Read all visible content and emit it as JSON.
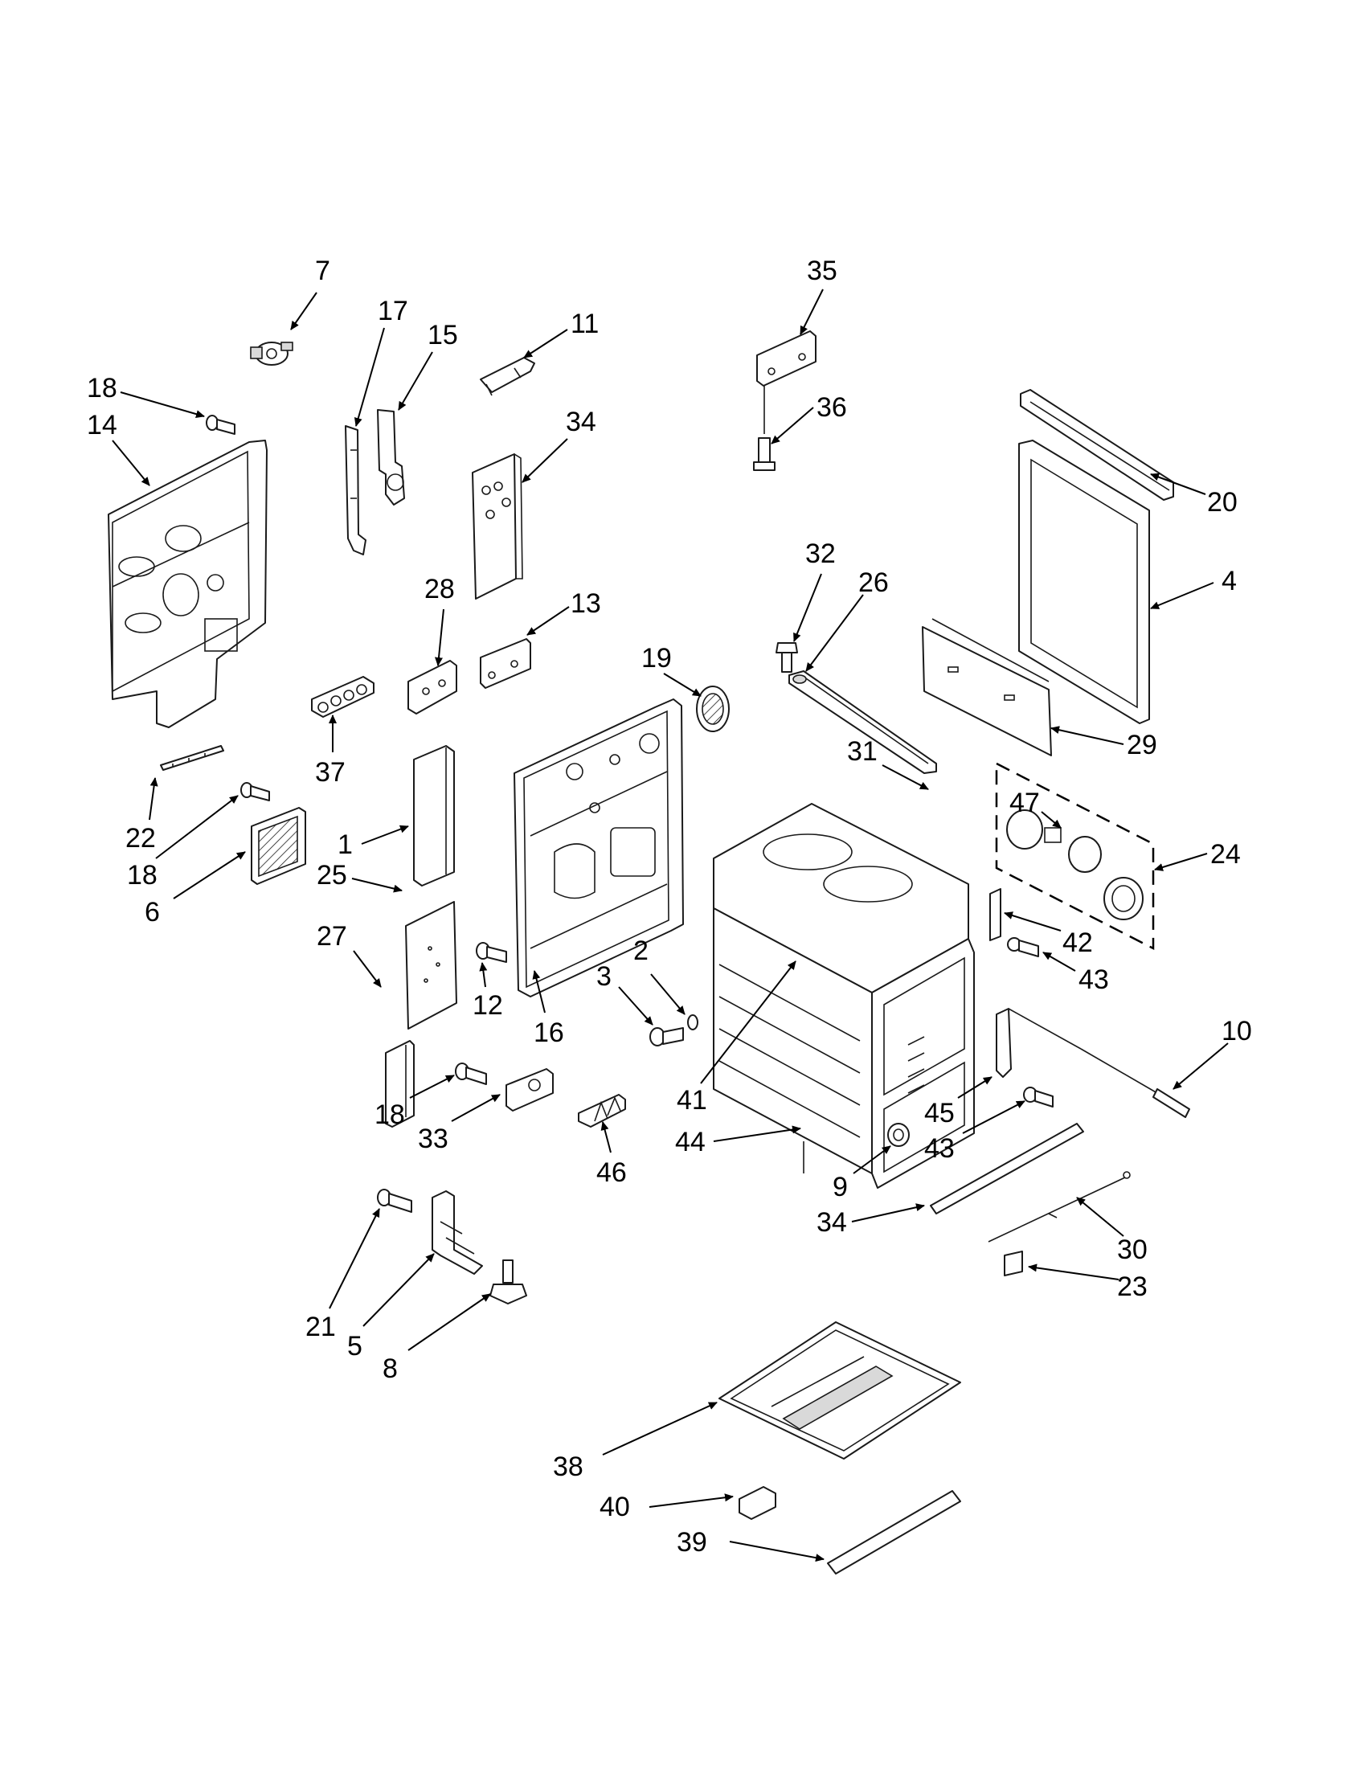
{
  "callouts": [
    {
      "id": "c7",
      "text": "7"
    },
    {
      "id": "c17",
      "text": "17"
    },
    {
      "id": "c15",
      "text": "15"
    },
    {
      "id": "c11",
      "text": "11"
    },
    {
      "id": "c18a",
      "text": "18"
    },
    {
      "id": "c14",
      "text": "14"
    },
    {
      "id": "c34a",
      "text": "34"
    },
    {
      "id": "c28",
      "text": "28"
    },
    {
      "id": "c13",
      "text": "13"
    },
    {
      "id": "c22",
      "text": "22"
    },
    {
      "id": "c18b",
      "text": "18"
    },
    {
      "id": "c6",
      "text": "6"
    },
    {
      "id": "c37",
      "text": "37"
    },
    {
      "id": "c1",
      "text": "1"
    },
    {
      "id": "c25",
      "text": "25"
    },
    {
      "id": "c27",
      "text": "27"
    },
    {
      "id": "c12",
      "text": "12"
    },
    {
      "id": "c16",
      "text": "16"
    },
    {
      "id": "c18c",
      "text": "18"
    },
    {
      "id": "c33",
      "text": "33"
    },
    {
      "id": "c46",
      "text": "46"
    },
    {
      "id": "c21",
      "text": "21"
    },
    {
      "id": "c5",
      "text": "5"
    },
    {
      "id": "c8",
      "text": "8"
    },
    {
      "id": "c35",
      "text": "35"
    },
    {
      "id": "c36",
      "text": "36"
    },
    {
      "id": "c20",
      "text": "20"
    },
    {
      "id": "c4",
      "text": "4"
    },
    {
      "id": "c32",
      "text": "32"
    },
    {
      "id": "c26",
      "text": "26"
    },
    {
      "id": "c19",
      "text": "19"
    },
    {
      "id": "c29",
      "text": "29"
    },
    {
      "id": "c31",
      "text": "31"
    },
    {
      "id": "c47",
      "text": "47"
    },
    {
      "id": "c24",
      "text": "24"
    },
    {
      "id": "c42",
      "text": "42"
    },
    {
      "id": "c43a",
      "text": "43"
    },
    {
      "id": "c3",
      "text": "3"
    },
    {
      "id": "c2",
      "text": "2"
    },
    {
      "id": "c10",
      "text": "10"
    },
    {
      "id": "c41",
      "text": "41"
    },
    {
      "id": "c44",
      "text": "44"
    },
    {
      "id": "c45",
      "text": "45"
    },
    {
      "id": "c43b",
      "text": "43"
    },
    {
      "id": "c9",
      "text": "9"
    },
    {
      "id": "c34b",
      "text": "34"
    },
    {
      "id": "c30",
      "text": "30"
    },
    {
      "id": "c23",
      "text": "23"
    },
    {
      "id": "c38",
      "text": "38"
    },
    {
      "id": "c40",
      "text": "40"
    },
    {
      "id": "c39",
      "text": "39"
    }
  ]
}
